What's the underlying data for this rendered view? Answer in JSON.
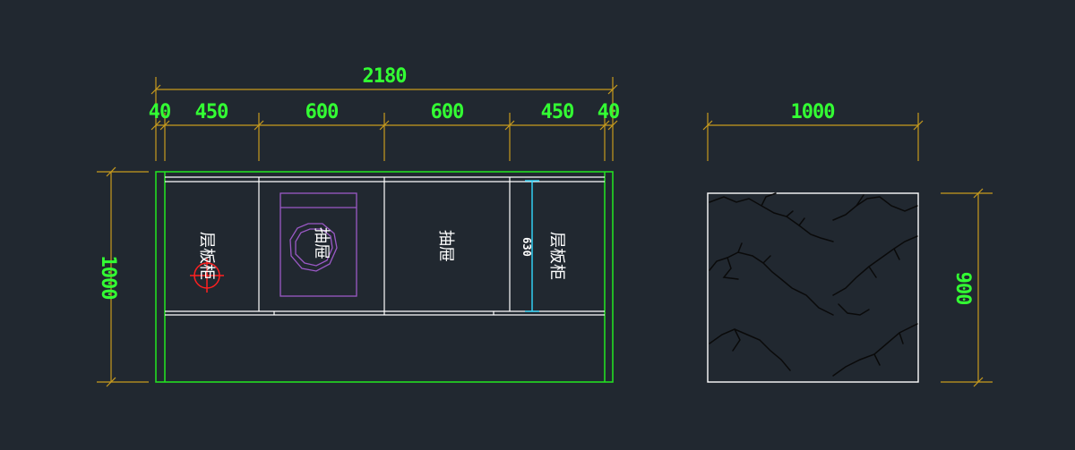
{
  "colors": {
    "background": "#212830",
    "dimension": "#c89b1e",
    "dimension_text": "#33ff33",
    "frame": "#22dd22",
    "lines": "#ffffff",
    "sink": "#9b59c6",
    "marker": "#ff2020",
    "cyan": "#33d9ff",
    "marble_veins": "#0a0a0a"
  },
  "plan": {
    "overall_width": "2180",
    "segments": [
      "40",
      "450",
      "600",
      "600",
      "450",
      "40"
    ],
    "height": "1000",
    "inner_dim": "630",
    "sections": [
      {
        "label": "层板柜"
      },
      {
        "label": "抽屉"
      },
      {
        "label": "抽屉"
      },
      {
        "label": "层板柜"
      }
    ]
  },
  "top": {
    "width": "1000",
    "height": "900"
  }
}
